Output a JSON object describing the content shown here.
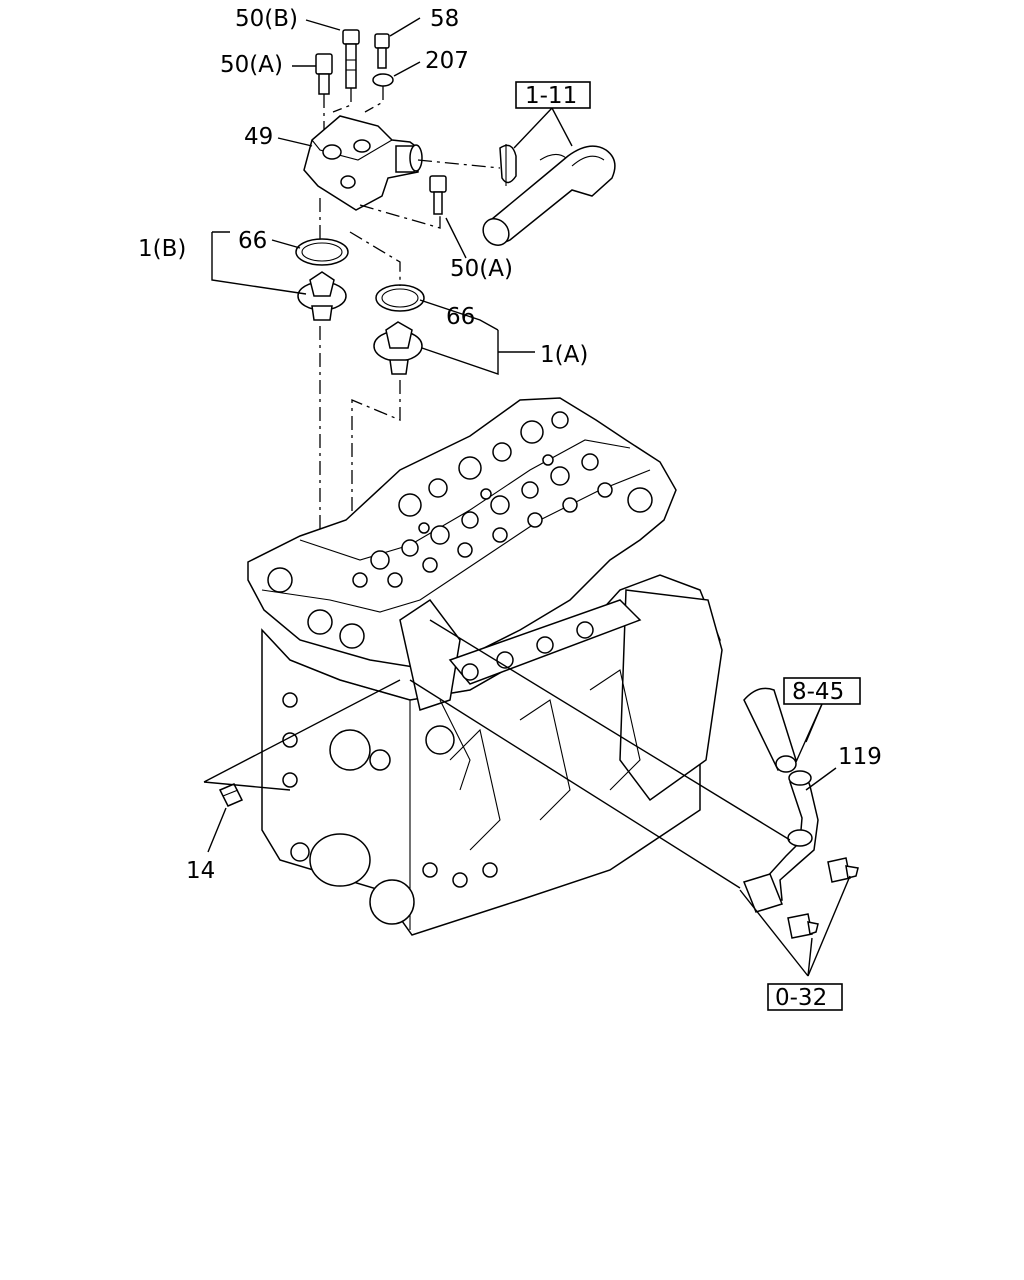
{
  "labels": {
    "l_50b": "50(B)",
    "l_58": "58",
    "l_50a_top": "50(A)",
    "l_207": "207",
    "l_49": "49",
    "l_66_top": "66",
    "l_1b": "1(B)",
    "l_50a_right": "50(A)",
    "l_66_mid": "66",
    "l_1a": "1(A)",
    "l_119": "119",
    "l_14": "14"
  },
  "reference_boxes": {
    "ref_1_11": "1-11",
    "ref_8_45": "8-45",
    "ref_0_32": "0-32"
  }
}
